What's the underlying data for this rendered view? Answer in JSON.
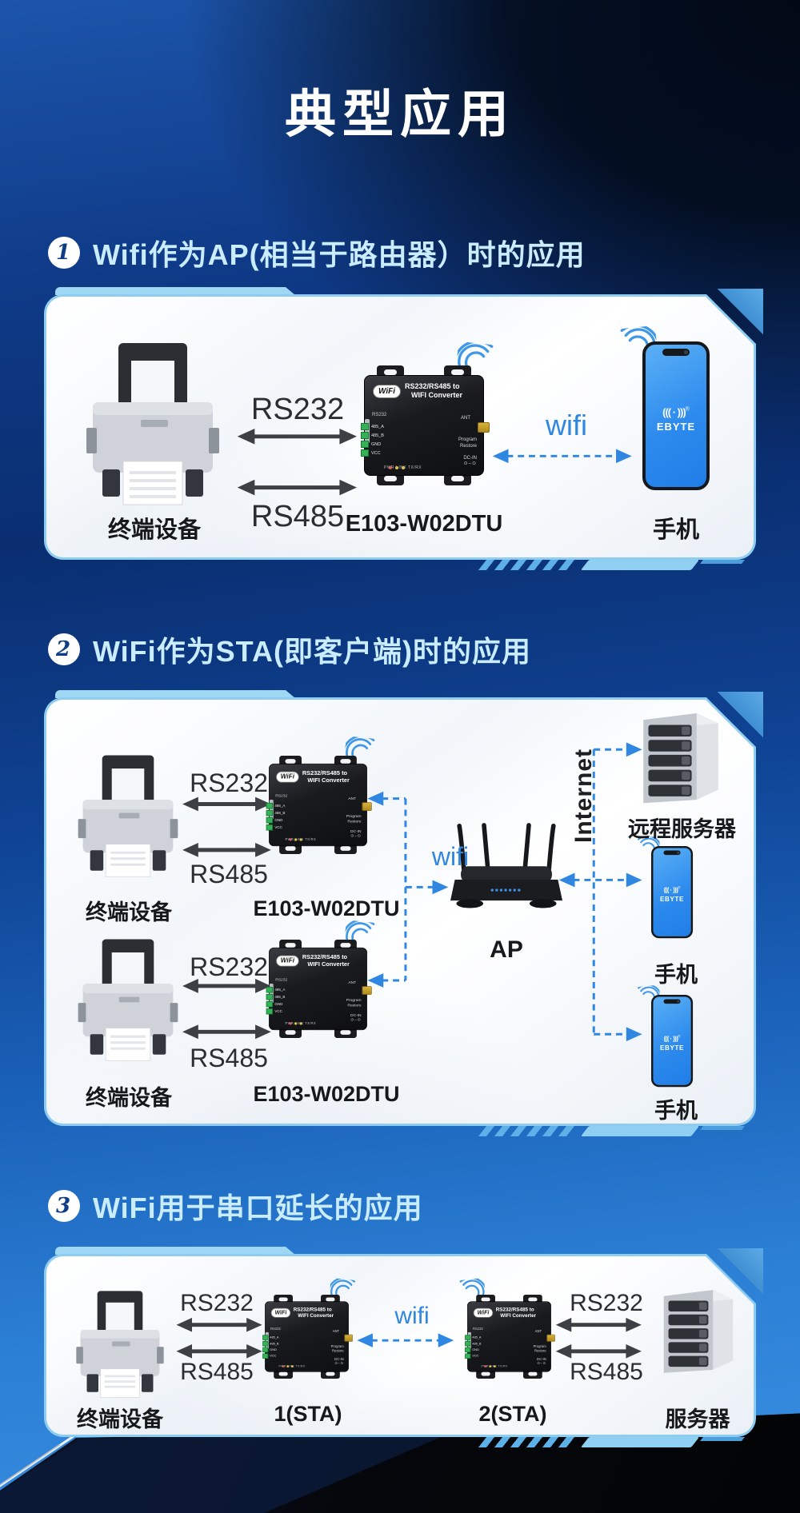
{
  "page": {
    "title": "典型应用"
  },
  "sections": [
    {
      "badge": "1",
      "heading": "Wifi作为AP(相当于路由器）时的应用"
    },
    {
      "badge": "2",
      "heading": "WiFi作为STA(即客户端)时的应用"
    },
    {
      "badge": "3",
      "heading": "WiFi用于串口延长的应用"
    }
  ],
  "labels": {
    "terminal": "终端设备",
    "model": "E103-W02DTU",
    "phone": "手机",
    "ap": "AP",
    "internet": "Internet",
    "remote_server": "远程服务器",
    "server": "服务器",
    "sta1": "1(STA)",
    "sta2": "2(STA)",
    "rs232": "RS232",
    "rs485": "RS485",
    "wifi": "wifi"
  },
  "device": {
    "logo": "WiFi",
    "title_line1": "RS232/RS485 to",
    "title_line2": "WIFI Converter",
    "port_label": "RS232",
    "pins": {
      "p1": "485_A",
      "p2": "485_B",
      "p3": "GND",
      "p4": "VCC"
    },
    "led_label": "PWR LINK TX/RX",
    "ant_label": "ANT",
    "btn_label1": "Program",
    "btn_label2": "Restore",
    "power_label": "DC-IN",
    "power_glyph": "⊙–⊙"
  },
  "phone_device": {
    "brand": "EBYTE",
    "wifi_glyph": "((( · )))",
    "reg_mark": "®"
  },
  "colors": {
    "heading_text": "#c9ecff",
    "wifi_text": "#2f87e2",
    "card_border": "#8ecdf0",
    "accent_triangle": "#3f8fd2",
    "phone_body": "#2e8df0",
    "arrow_dark": "#3d3f44",
    "background_top_left": "#1c55ab",
    "background_top_right": "#020916",
    "background_bottom": "#3990e2"
  }
}
